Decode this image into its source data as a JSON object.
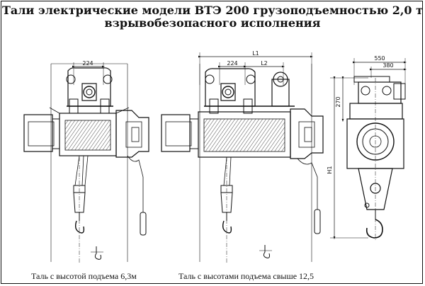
{
  "title": {
    "line1": "Тали электрические модели ВТЭ 200 грузоподъемностью 2,0 т",
    "line2": "взрывобезопасного исполнения"
  },
  "captions": {
    "left": "Таль с высотой подъема 6,3м",
    "right": "Таль с высотами подъема свыше 12,5"
  },
  "dimensions": {
    "left_width": "224",
    "mid_width": "224",
    "mid_l1": "L1",
    "mid_l2": "L2",
    "side_550": "550",
    "side_380": "380",
    "side_270": "270",
    "side_h1": "H1"
  }
}
